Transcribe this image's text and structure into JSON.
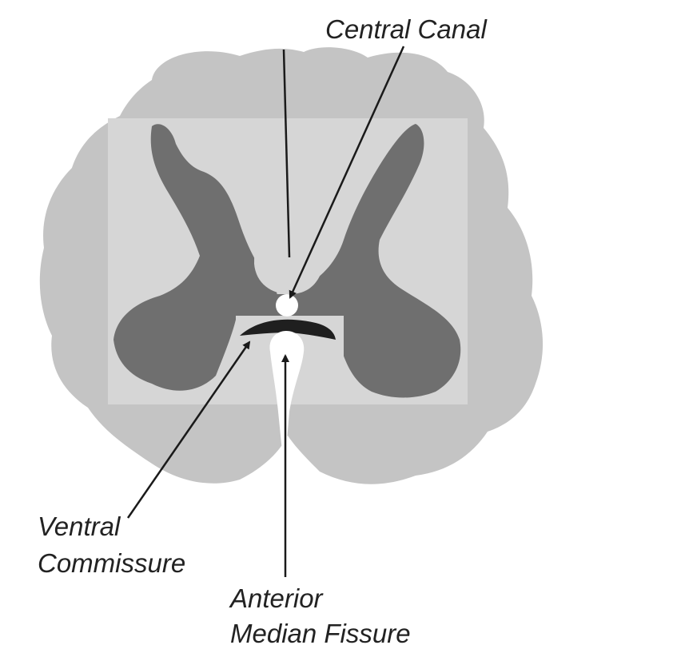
{
  "labels": {
    "central_canal": "Central Canal",
    "ventral_commissure_line1": "Ventral",
    "ventral_commissure_line2": "Commissure",
    "anterior_median_fissure_line1": "Anterior",
    "anterior_median_fissure_line2": "Median Fissure"
  },
  "colors": {
    "white_matter_outer": "#c4c4c4",
    "white_matter_inner": "#d6d6d6",
    "gray_matter": "#6f6f6f",
    "commissure": "#1f1f1f",
    "canal": "#ffffff",
    "pointer_lines": "#1a1a1a"
  }
}
